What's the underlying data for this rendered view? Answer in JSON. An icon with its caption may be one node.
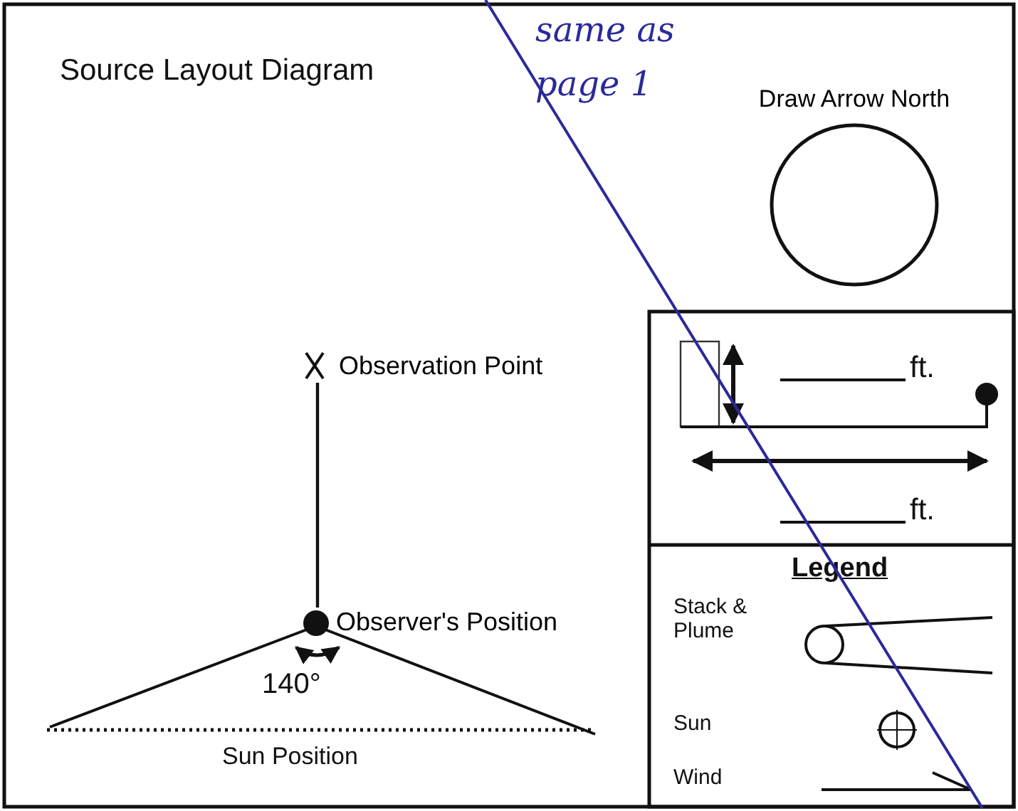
{
  "diagram": {
    "title": "Source Layout Diagram",
    "nodes": [
      {
        "text": [
          "Observation Point"
        ]
      },
      {
        "text": [
          "Observer's Position"
        ]
      },
      {
        "text": [
          "Draw Arrow North"
        ]
      }
    ],
    "edges": [
      {
        "from": 0,
        "to": 1,
        "arrow": "none"
      }
    ],
    "labels": [
      "same as page 1",
      "ft.",
      "ft.",
      "Legend",
      "140°",
      "Sun Position"
    ],
    "legend": [
      {
        "text": "Stack & Plume"
      },
      {
        "text": "Sun"
      },
      {
        "text": "Wind"
      }
    ]
  }
}
